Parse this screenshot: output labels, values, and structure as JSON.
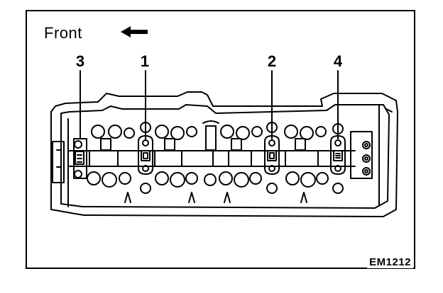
{
  "header": {
    "direction_label": "Front"
  },
  "icons": {
    "direction_arrow": "arrow-left-icon"
  },
  "bolt_numbers": [
    "3",
    "1",
    "2",
    "4"
  ],
  "figure_code": "EM1212",
  "colors": {
    "ink": "#000000",
    "paper": "#ffffff"
  }
}
